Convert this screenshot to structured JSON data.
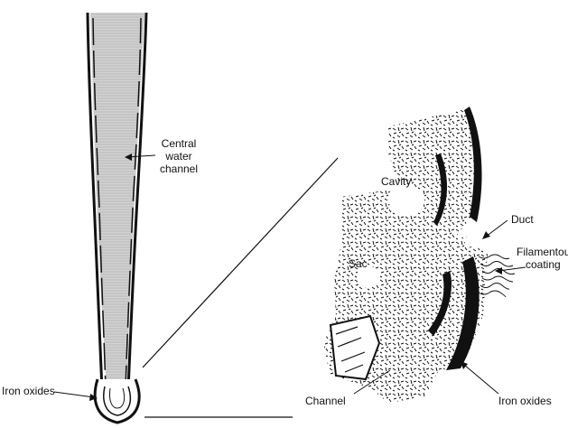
{
  "labels": {
    "central_water_channel": [
      "Central",
      "water",
      "channel"
    ],
    "iron_oxides_left": "Iron oxides",
    "cavity": "Cavity",
    "duct": "Duct",
    "filamentous_coating": [
      "Filamentous",
      "coating"
    ],
    "sac": "Sac",
    "channel": "Channel",
    "iron_oxides_right": "Iron oxides"
  },
  "colors": {
    "ink": "#111111",
    "channel_fill": "#c8c8c8",
    "background": "#ffffff"
  }
}
